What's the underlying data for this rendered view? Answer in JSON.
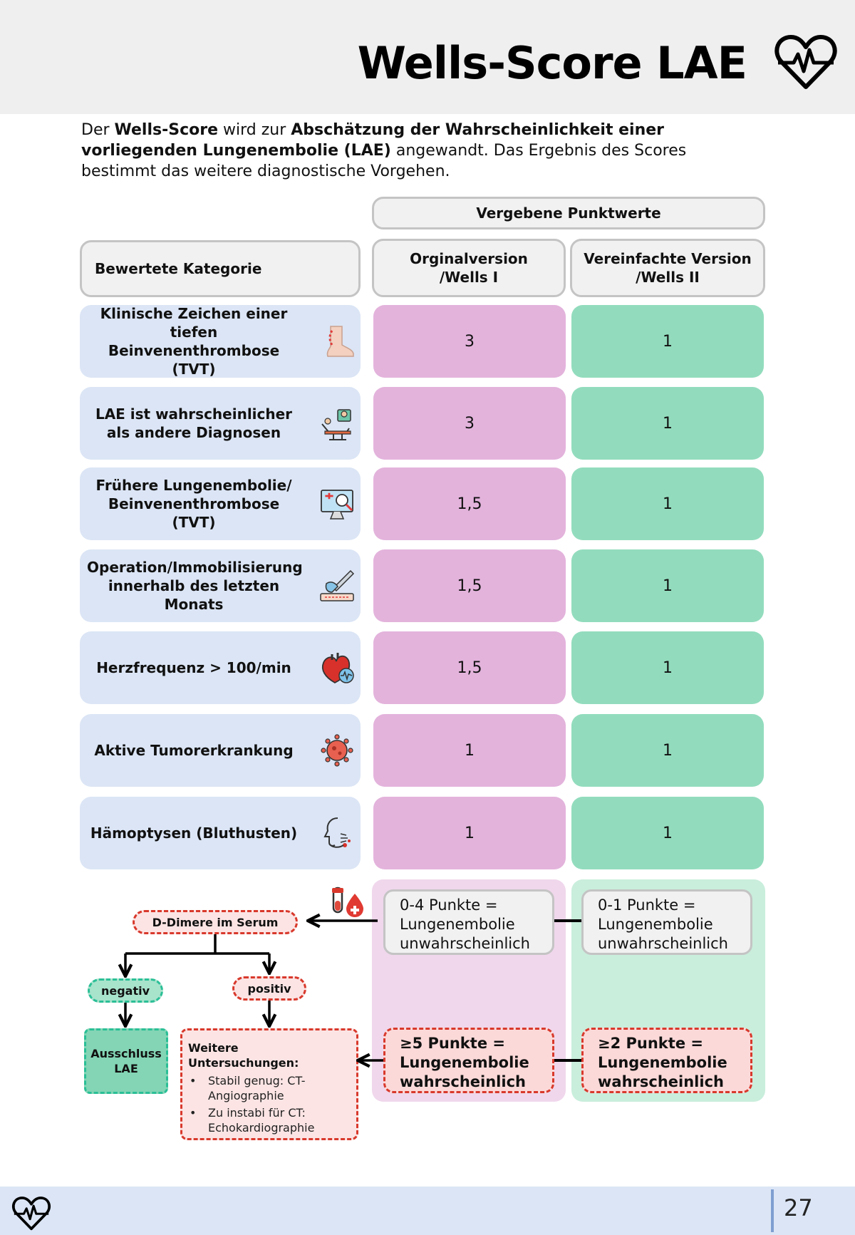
{
  "page": {
    "title": "Wells-Score LAE",
    "page_number": "27"
  },
  "intro": {
    "p1": "Der ",
    "b1": "Wells-Score",
    "p2": " wird zur ",
    "b2": "Abschätzung der Wahrscheinlichkeit einer vorliegenden Lungenembolie (LAE)",
    "p3": " angewandt. Das Ergebnis des Scores bestimmt das weitere diagnostische Vorgehen."
  },
  "table": {
    "group_header": "Vergebene Punktwerte",
    "col_category": "Bewertete Kategorie",
    "col_original": "Orginalversion /Wells I",
    "col_simplified": "Vereinfachte Version /Wells II",
    "rows": [
      {
        "category": "Klinische Zeichen einer tiefen Beinvenenthrombose (TVT)",
        "icon": "leg-icon",
        "original": "3",
        "simplified": "1"
      },
      {
        "category": "LAE ist wahrscheinlicher als andere Diagnosen",
        "icon": "doctor-patient-icon",
        "original": "3",
        "simplified": "1"
      },
      {
        "category": "Frühere Lungenembolie/ Beinvenenthrombose (TVT)",
        "icon": "medical-monitor-icon",
        "original": "1,5",
        "simplified": "1"
      },
      {
        "category": "Operation/Immobilisierung innerhalb des letzten Monats",
        "icon": "scalpel-icon",
        "original": "1,5",
        "simplified": "1"
      },
      {
        "category": "Herzfrequenz > 100/min",
        "icon": "heart-icon",
        "original": "1,5",
        "simplified": "1"
      },
      {
        "category": "Aktive Tumorerkrankung",
        "icon": "tumor-cell-icon",
        "original": "1",
        "simplified": "1"
      },
      {
        "category": "Hämoptysen (Bluthusten)",
        "icon": "coughing-icon",
        "original": "1",
        "simplified": "1"
      }
    ]
  },
  "results": {
    "original_low": "0-4 Punkte = Lungenembolie unwahrscheinlich",
    "simplified_low": "0-1 Punkte = Lungenembolie unwahrscheinlich",
    "original_high": "≥5 Punkte = Lungenembolie wahrscheinlich",
    "simplified_high": "≥2 Punkte = Lungenembolie wahrscheinlich"
  },
  "flow": {
    "ddimer": "D-Dimere im Serum",
    "negative": "negativ",
    "positive": "positiv",
    "exclusion": "Ausschluss LAE",
    "further_title": "Weitere Untersuchungen:",
    "further_items": [
      "Stabil genug: CT-Angiographie",
      "Zu instabi für CT: Echokardiographie"
    ]
  },
  "colors": {
    "header_bg": "#efefef",
    "category_bg": "#dbe5f5",
    "original_bg": "#e3b3dc",
    "simplified_bg": "#92dcbd",
    "alert_red": "#d8392c",
    "teal": "#2bbf96",
    "footer_bg": "#dbe5f5"
  }
}
